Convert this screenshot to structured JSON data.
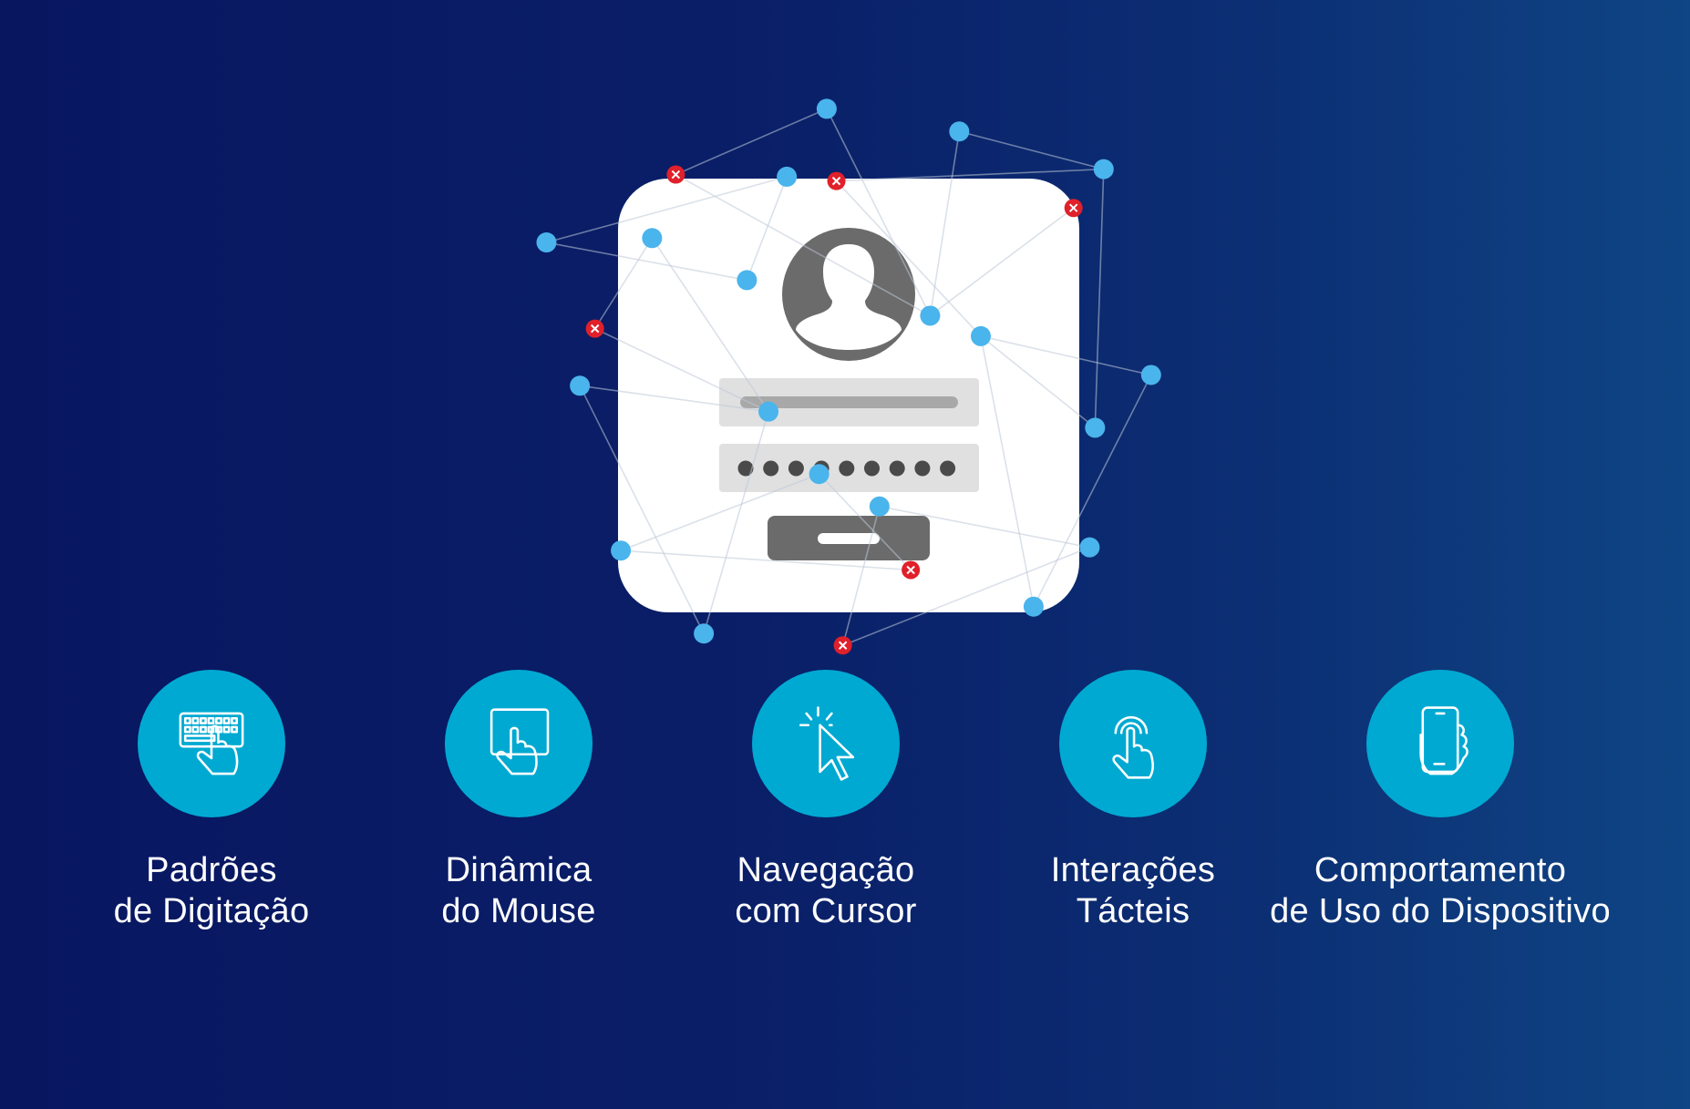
{
  "colors": {
    "background_left": "#081660",
    "background_right": "#0f4584",
    "accent": "#00a9d2",
    "node_ok": "#4ab4ec",
    "node_error": "#e0202a",
    "card": "#ffffff",
    "card_dark": "#6b6b6b"
  },
  "login_card": {
    "password_mask_count": 9
  },
  "features": [
    {
      "icon": "keyboard-touch-icon",
      "line1": "Padrões",
      "line2": "de Digitação"
    },
    {
      "icon": "touchpad-icon",
      "line1": "Dinâmica",
      "line2": "do Mouse"
    },
    {
      "icon": "cursor-click-icon",
      "line1": "Navegação",
      "line2": "com Cursor"
    },
    {
      "icon": "touch-tap-icon",
      "line1": "Interações",
      "line2": "Tácteis"
    },
    {
      "icon": "phone-in-hand-icon",
      "line1": "Comportamento",
      "line2": "de Uso do Dispositivo"
    }
  ]
}
